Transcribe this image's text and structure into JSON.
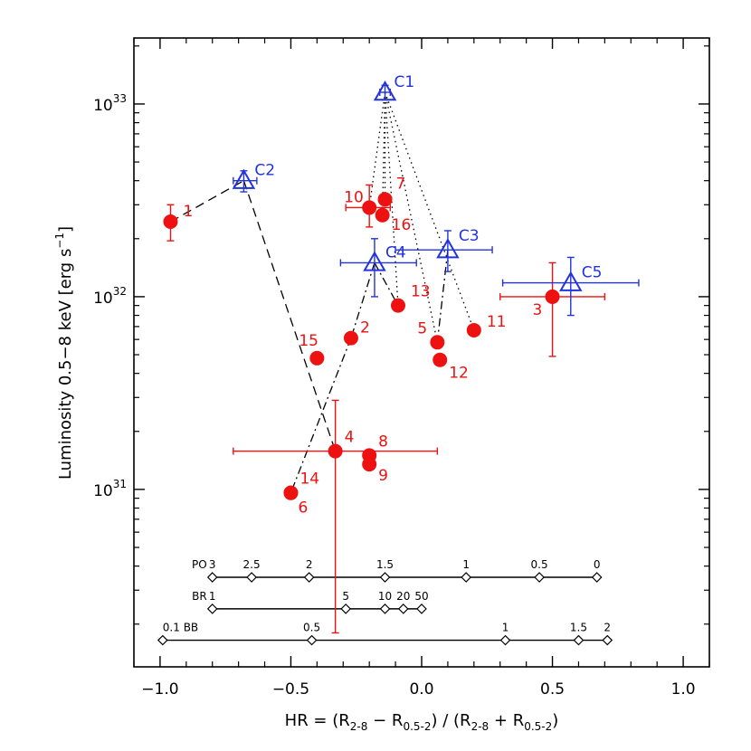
{
  "colors": {
    "red": "#ee1111",
    "blue": "#2233dd",
    "black": "#000000"
  },
  "chart_data": {
    "type": "scatter",
    "x_axis": {
      "label_parts": [
        "HR = (R",
        "2-8",
        " − R",
        "0.5-2",
        ") / (R",
        "2-8",
        " + R",
        "0.5-2",
        ")"
      ],
      "range": [
        -1.1,
        1.1
      ],
      "ticks": [
        -1.0,
        -0.5,
        0.0,
        0.5,
        1.0
      ],
      "tick_labels": [
        "−1.0",
        "−0.5",
        "0.0",
        "0.5",
        "1.0"
      ]
    },
    "y_axis": {
      "label_parts": [
        "Luminosity 0.5−8 keV [erg s",
        "−1",
        "]"
      ],
      "scale": "log",
      "range": [
        1.2e+30,
        2.2e+33
      ],
      "ticks": [
        1e+31,
        1e+32,
        1e+33
      ],
      "tick_labels": [
        [
          "10",
          "31"
        ],
        [
          "10",
          "32"
        ],
        [
          "10",
          "33"
        ]
      ]
    },
    "series": [
      {
        "marker": "circle",
        "color": "red",
        "points": [
          {
            "label": "1",
            "x": -0.96,
            "y": 2.45e+32,
            "yerr": [
              1.95e+32,
              3e+32
            ]
          },
          {
            "label": "2",
            "x": -0.27,
            "y": 6.1e+31
          },
          {
            "label": "3",
            "x": 0.5,
            "y": 1e+32,
            "xerr": [
              0.3,
              0.7
            ],
            "yerr": [
              4.9e+31,
              1.5e+32
            ]
          },
          {
            "label": "4",
            "x": -0.33,
            "y": 1.58e+31,
            "xerr": [
              -0.72,
              0.06
            ],
            "yerr": [
              1.8e+30,
              2.9e+31
            ]
          },
          {
            "label": "5",
            "x": 0.06,
            "y": 5.8e+31
          },
          {
            "label": "6",
            "x": -0.5,
            "y": 9.6e+30
          },
          {
            "label": "7",
            "x": -0.14,
            "y": 3.2e+32
          },
          {
            "label": "8",
            "x": -0.2,
            "y": 1.5e+31
          },
          {
            "label": "9",
            "x": -0.2,
            "y": 1.35e+31
          },
          {
            "label": "10",
            "x": -0.2,
            "y": 2.9e+32,
            "xerr": [
              -0.29,
              -0.12
            ],
            "yerr": [
              2.3e+32,
              3.8e+32
            ]
          },
          {
            "label": "11",
            "x": 0.2,
            "y": 6.7e+31
          },
          {
            "label": "12",
            "x": 0.07,
            "y": 4.7e+31
          },
          {
            "label": "13",
            "x": -0.09,
            "y": 9e+31
          },
          {
            "label": "14",
            "x": -0.5,
            "y": 9.6e+30
          },
          {
            "label": "15",
            "x": -0.4,
            "y": 4.8e+31
          },
          {
            "label": "16",
            "x": -0.15,
            "y": 2.65e+32
          }
        ]
      },
      {
        "marker": "triangle",
        "color": "blue",
        "points": [
          {
            "label": "C1",
            "x": -0.14,
            "y": 1.15e+33,
            "xerr": [
              -0.16,
              -0.12
            ],
            "yerr": [
              1.05e+33,
              1.25e+33
            ]
          },
          {
            "label": "C2",
            "x": -0.68,
            "y": 4e+32,
            "xerr": [
              -0.72,
              -0.63
            ],
            "yerr": [
              3.5e+32,
              4.5e+32
            ]
          },
          {
            "label": "C3",
            "x": 0.1,
            "y": 1.75e+32,
            "xerr": [
              -0.1,
              0.27
            ],
            "yerr": [
              1.35e+32,
              2.2e+32
            ]
          },
          {
            "label": "C4",
            "x": -0.18,
            "y": 1.5e+32,
            "xerr": [
              -0.31,
              -0.02
            ],
            "yerr": [
              1e+32,
              2e+32
            ]
          },
          {
            "label": "C5",
            "x": 0.57,
            "y": 1.18e+32,
            "xerr": [
              0.31,
              0.83
            ],
            "yerr": [
              8e+31,
              1.6e+32
            ]
          }
        ]
      }
    ],
    "connectors": [
      {
        "style": "dotted",
        "from": "C1",
        "to": [
          "10",
          "7",
          "16",
          "13",
          "5",
          "11"
        ]
      },
      {
        "style": "dashed",
        "path": [
          "1",
          "C2",
          "4"
        ]
      },
      {
        "style": "dashdot",
        "path": [
          "C4",
          "2",
          "14"
        ]
      },
      {
        "style": "dashdot",
        "path": [
          "C4",
          "13"
        ]
      },
      {
        "style": "dashdot",
        "path": [
          "C3",
          "5"
        ]
      }
    ],
    "model_scales": [
      {
        "name": "PO",
        "y": 3.5e+30,
        "marks": [
          {
            "hr": -0.8,
            "label": "3"
          },
          {
            "hr": -0.65,
            "label": "2.5"
          },
          {
            "hr": -0.43,
            "label": "2"
          },
          {
            "hr": -0.14,
            "label": "1.5"
          },
          {
            "hr": 0.17,
            "label": "1"
          },
          {
            "hr": 0.45,
            "label": "0.5"
          },
          {
            "hr": 0.67,
            "label": "0"
          }
        ]
      },
      {
        "name": "BR",
        "y": 2.4e+30,
        "marks": [
          {
            "hr": -0.8,
            "label": "1"
          },
          {
            "hr": -0.29,
            "label": "5"
          },
          {
            "hr": -0.14,
            "label": "10"
          },
          {
            "hr": -0.07,
            "label": "20"
          },
          {
            "hr": 0.0,
            "label": "50"
          }
        ]
      },
      {
        "name": "BB",
        "prefix": "0.1",
        "y": 1.65e+30,
        "marks": [
          {
            "hr": -0.99,
            "label": ""
          },
          {
            "hr": -0.42,
            "label": "0.5"
          },
          {
            "hr": 0.32,
            "label": "1"
          },
          {
            "hr": 0.6,
            "label": "1.5"
          },
          {
            "hr": 0.71,
            "label": "2"
          }
        ]
      }
    ]
  }
}
